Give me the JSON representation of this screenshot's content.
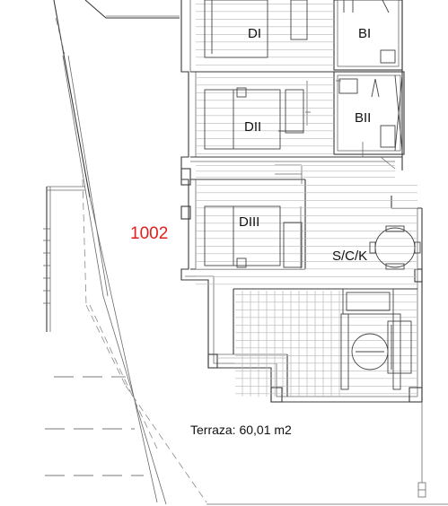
{
  "unit_number": "1002",
  "accent_color": "#e0201b",
  "rooms": {
    "bedroom_1": "DI",
    "bath_1": "BI",
    "bedroom_2": "DII",
    "bath_2": "BII",
    "bedroom_3": "DIII",
    "living": "S/C/K"
  },
  "terrace_label": "Terraza: 60,01 m2"
}
